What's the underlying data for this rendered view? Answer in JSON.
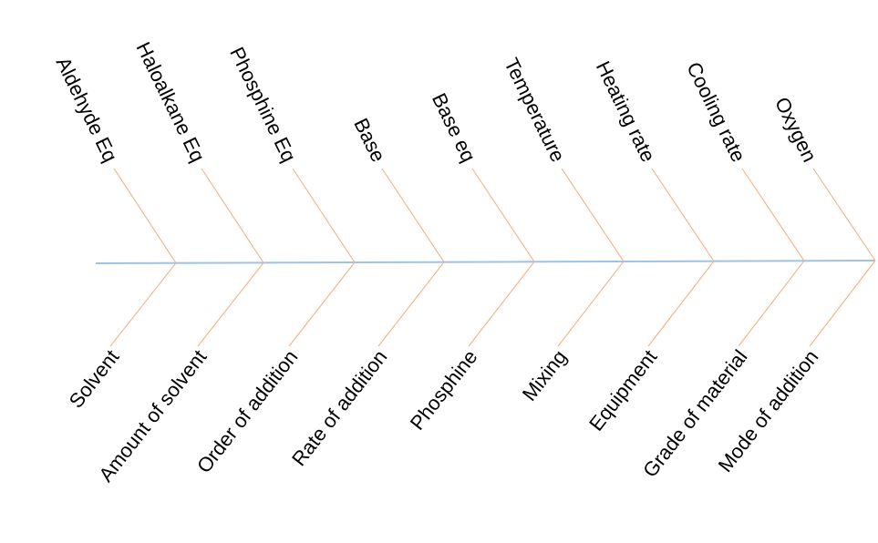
{
  "diagram": {
    "type": "fishbone",
    "top_causes": [
      "Aldehyde Eq",
      "Haloalkane Eq",
      "Phosphine Eq",
      "Base",
      "Base  eq",
      "Temperature",
      "Heating rate",
      "Cooling rate",
      "Oxygen"
    ],
    "bottom_causes": [
      "Solvent",
      "Amount of solvent",
      "Order of addition",
      "Rate of addition",
      "Phosphine",
      "Mixing",
      "Equipment",
      "Grade of material",
      "Mode of addition"
    ],
    "colors": {
      "spine": "#9DC3E6",
      "bones": "#F4B183",
      "text": "#000000"
    }
  }
}
